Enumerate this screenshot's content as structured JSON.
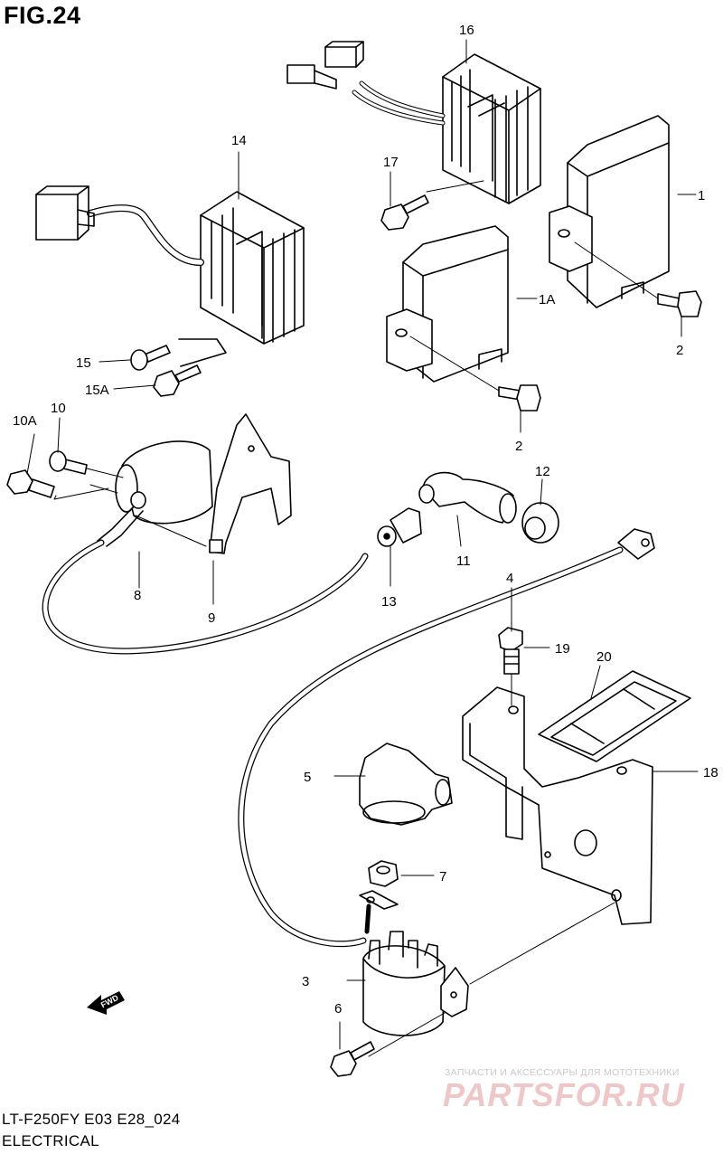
{
  "figure": {
    "title": "FIG.24",
    "model_code": "LT-F250FY E03 E28_024",
    "section": "ELECTRICAL"
  },
  "fwd_label": "FWD",
  "callouts": {
    "c1": "1",
    "c1a": "1A",
    "c2a": "2",
    "c2b": "2",
    "c3": "3",
    "c4": "4",
    "c5": "5",
    "c6": "6",
    "c7": "7",
    "c8": "8",
    "c9": "9",
    "c10": "10",
    "c10a": "10A",
    "c11": "11",
    "c12": "12",
    "c13": "13",
    "c14": "14",
    "c15": "15",
    "c15a": "15A",
    "c16": "16",
    "c17": "17",
    "c18": "18",
    "c19": "19",
    "c20": "20"
  },
  "watermark": {
    "tagline": "ЗАПЧАСТИ И АКСЕССУАРЫ ДЛЯ МОТОТЕХНИКИ",
    "brand": "PARTSFOR.RU"
  }
}
